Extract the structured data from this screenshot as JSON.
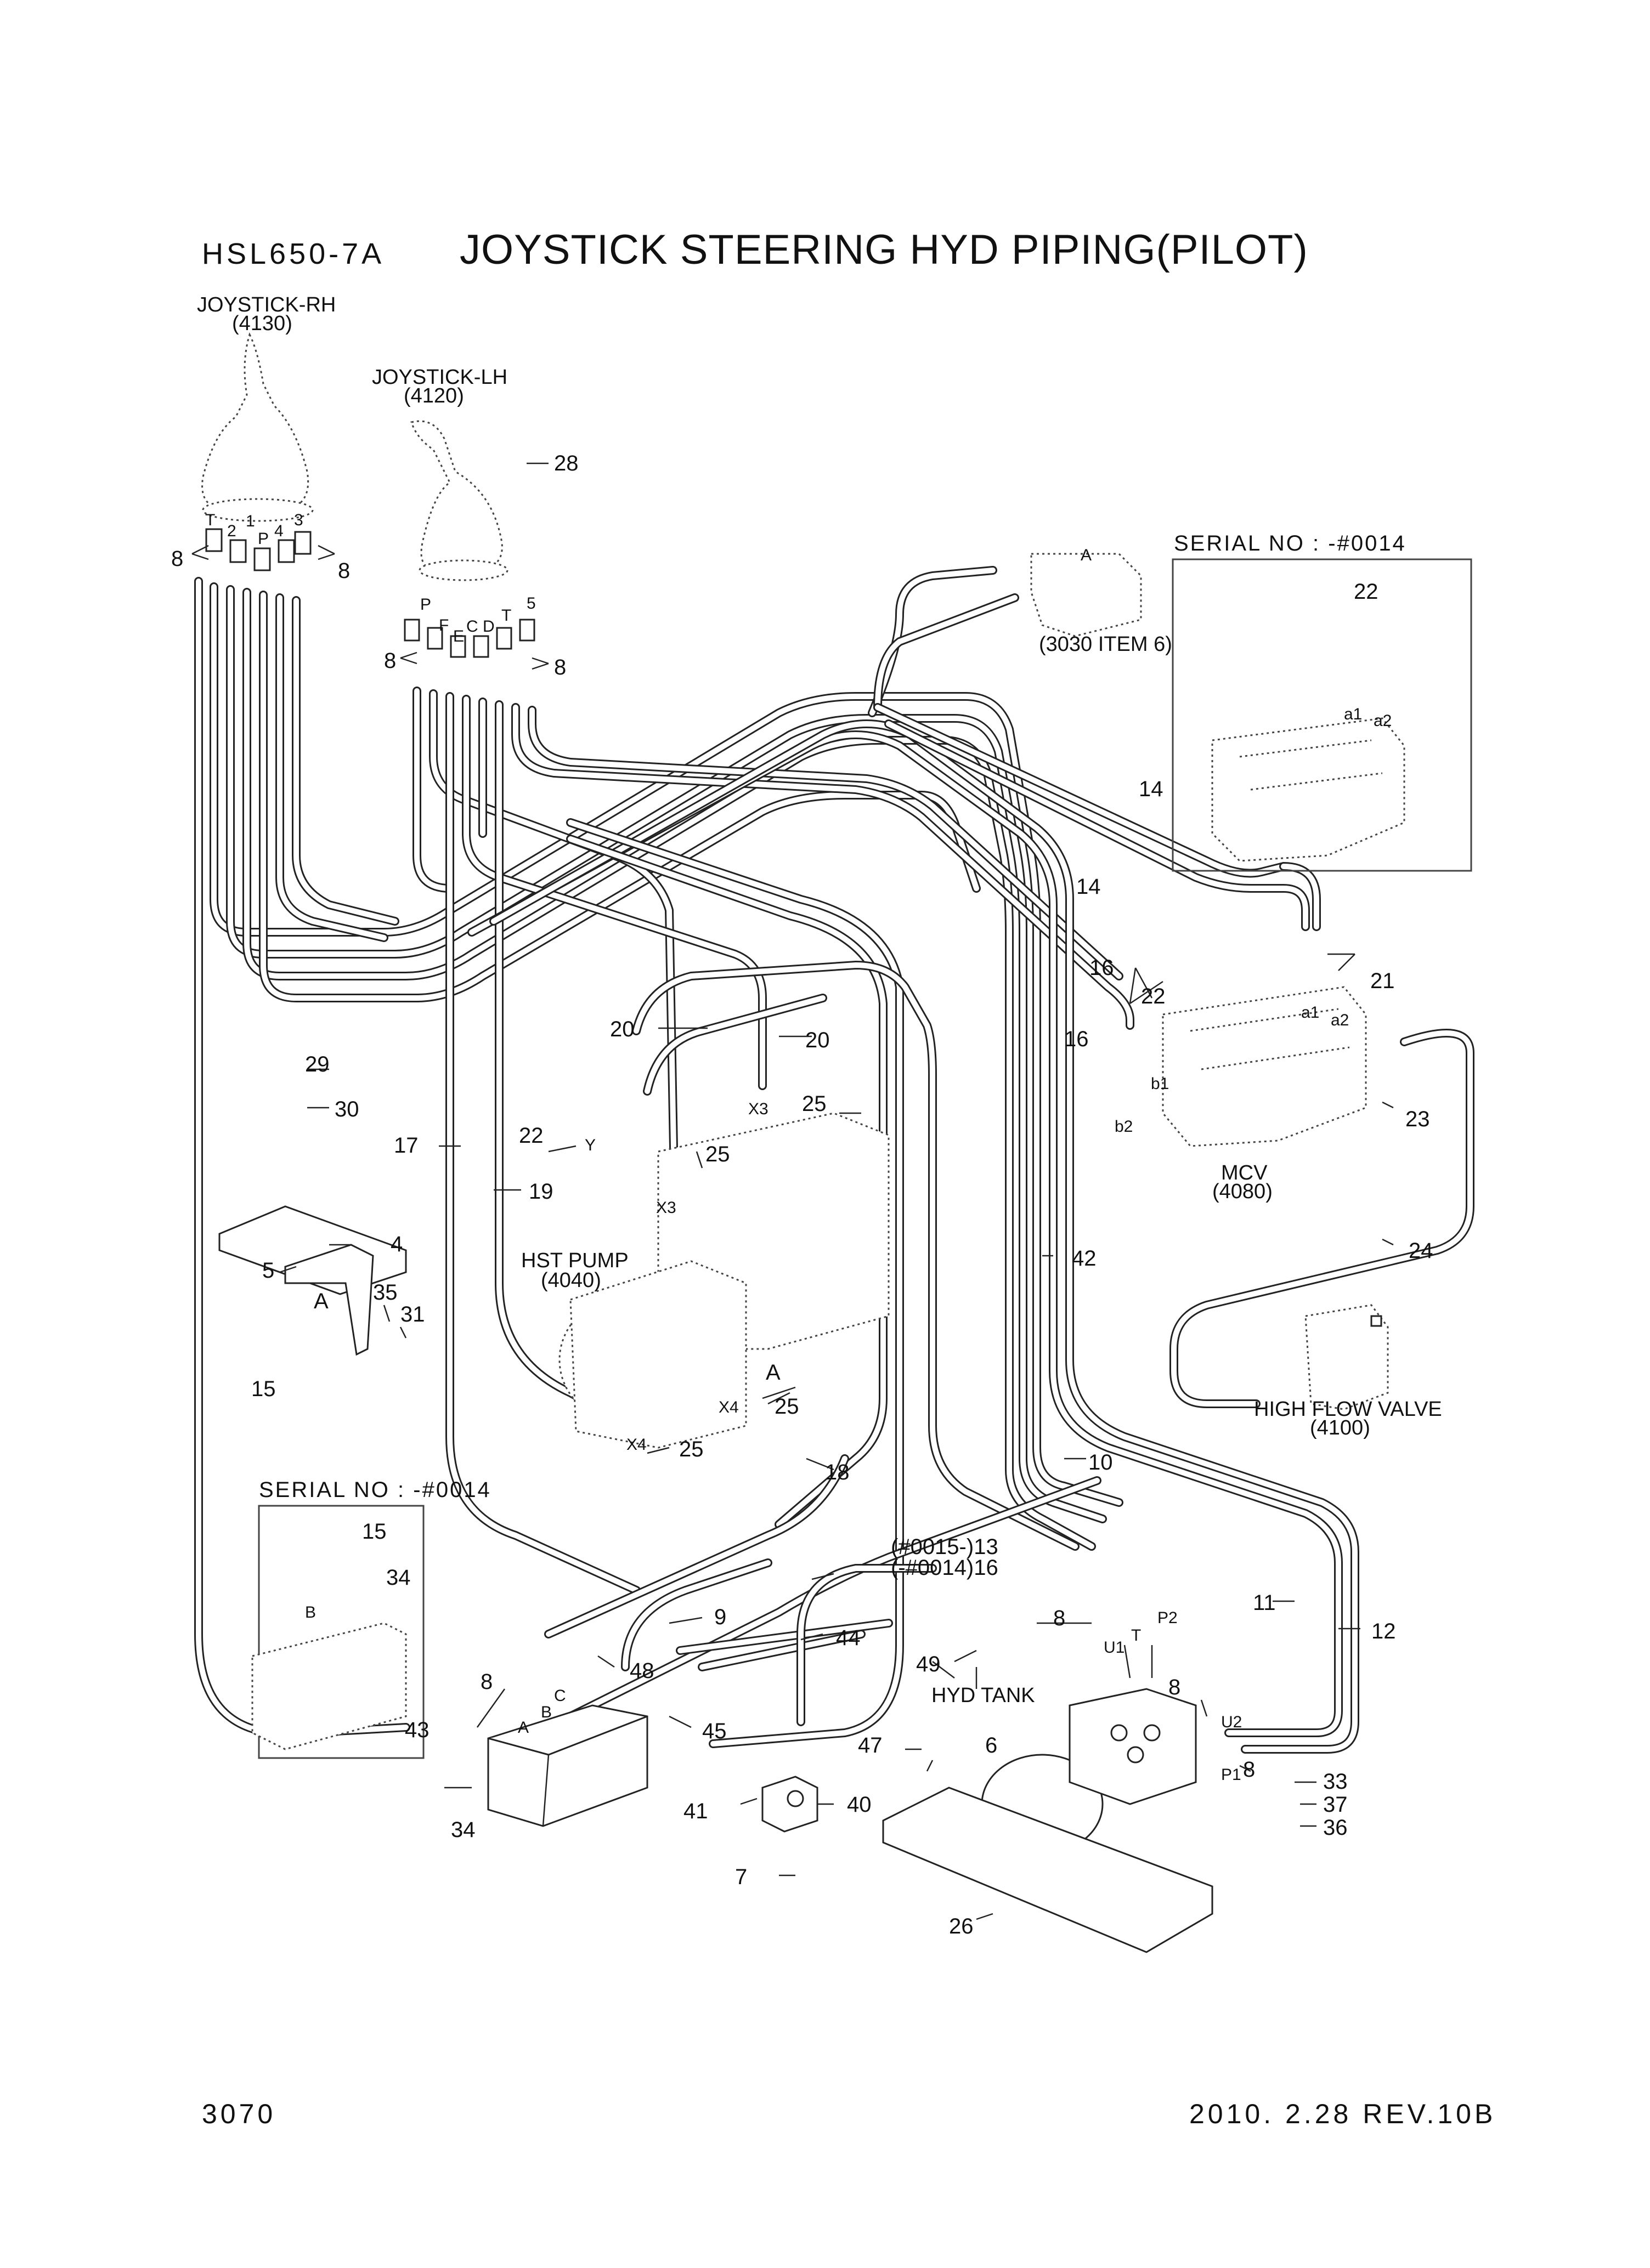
{
  "header": {
    "model": "HSL650-7A",
    "title": "JOYSTICK STEERING HYD PIPING(PILOT)"
  },
  "footer": {
    "page_number": "3070",
    "date_rev": "2010. 2.28  REV.10B"
  },
  "components": {
    "joystick_rh": {
      "name": "JOYSTICK-RH",
      "ref": "(4130)"
    },
    "joystick_lh": {
      "name": "JOYSTICK-LH",
      "ref": "(4120)"
    },
    "mcv": {
      "name": "MCV",
      "ref": "(4080)"
    },
    "hst_pump": {
      "name": "HST PUMP",
      "ref": "(4040)"
    },
    "high_flow_valve": {
      "name": "HIGH FLOW VALVE",
      "ref": "(4100)"
    },
    "hyd_tank": {
      "name": "HYD TANK"
    },
    "item_ref": "(3030 ITEM 6)"
  },
  "serial_notes": {
    "upper": "SERIAL NO : -#0014",
    "lower": "SERIAL NO : -#0014"
  },
  "callouts": {
    "c28": "28",
    "c8a": "8",
    "c8b": "8",
    "c8c": "8",
    "c8d": "8",
    "c22a": "22",
    "c14a": "14",
    "c14b": "14",
    "c21": "21",
    "c16a": "16",
    "c16b": "16",
    "c22b": "22",
    "c23": "23",
    "c24": "24",
    "c20a": "20",
    "c20b": "20",
    "c25a": "25",
    "c22c": "22",
    "c25b": "25",
    "c19": "19",
    "c17": "17",
    "c29": "29",
    "c30": "30",
    "c4": "4",
    "c5": "5",
    "c35": "35",
    "c31": "31",
    "c42": "42",
    "c25c": "25",
    "c25d": "25",
    "c18": "18",
    "c15a": "15",
    "c15b": "15",
    "c34a": "34",
    "c34b": "34",
    "c10": "10",
    "c13": "(#0015-)13",
    "c16c": "(-#0014)16",
    "c11": "11",
    "c12": "12",
    "c9": "9",
    "c44": "44",
    "c48": "48",
    "c45": "45",
    "c49": "49",
    "c8e": "8",
    "c8f": "8",
    "c8g": "8",
    "c8h": "8",
    "c43": "43",
    "c47": "47",
    "c6": "6",
    "c40": "40",
    "c41": "41",
    "c7": "7",
    "c33": "33",
    "c37": "37",
    "c36": "36",
    "c26": "26",
    "cA1": "A",
    "cA2": "A"
  },
  "port_labels": {
    "T": "T",
    "P": "P",
    "n1": "1",
    "n2": "2",
    "n3": "3",
    "n4": "4",
    "n5": "5",
    "F": "F",
    "E": "E",
    "C": "C",
    "D": "D",
    "a1a": "a1",
    "a2a": "a2",
    "a1b": "a1",
    "a2b": "a2",
    "b1": "b1",
    "b2": "b2",
    "X3a": "X3",
    "X3b": "X3",
    "Y": "Y",
    "X4a": "X4",
    "X4b": "X4",
    "U1": "U1",
    "U2": "U2",
    "Tp": "T",
    "P2": "P2",
    "P1": "P1",
    "pA": "A",
    "pB": "B",
    "pC": "C",
    "pB2": "B",
    "pA2": "A"
  }
}
